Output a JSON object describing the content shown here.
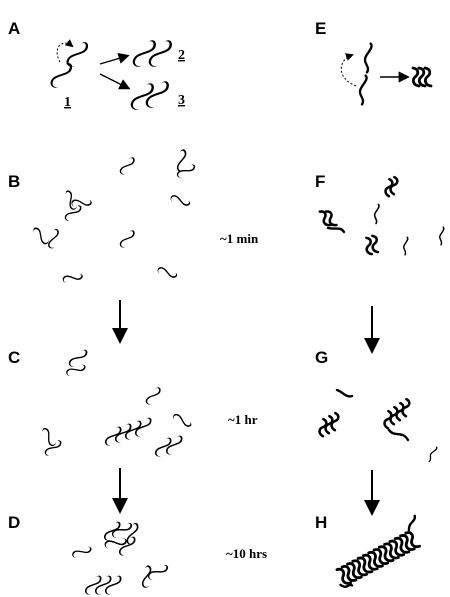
{
  "panels": {
    "A": "A",
    "B": "B",
    "C": "C",
    "D": "D",
    "E": "E",
    "F": "F",
    "G": "G",
    "H": "H"
  },
  "species_labels": {
    "monomer": "1",
    "dimer": "2",
    "trimer": "3"
  },
  "time_labels": {
    "B": "~1 min",
    "C": "~1 hr",
    "D": "~10 hrs"
  }
}
